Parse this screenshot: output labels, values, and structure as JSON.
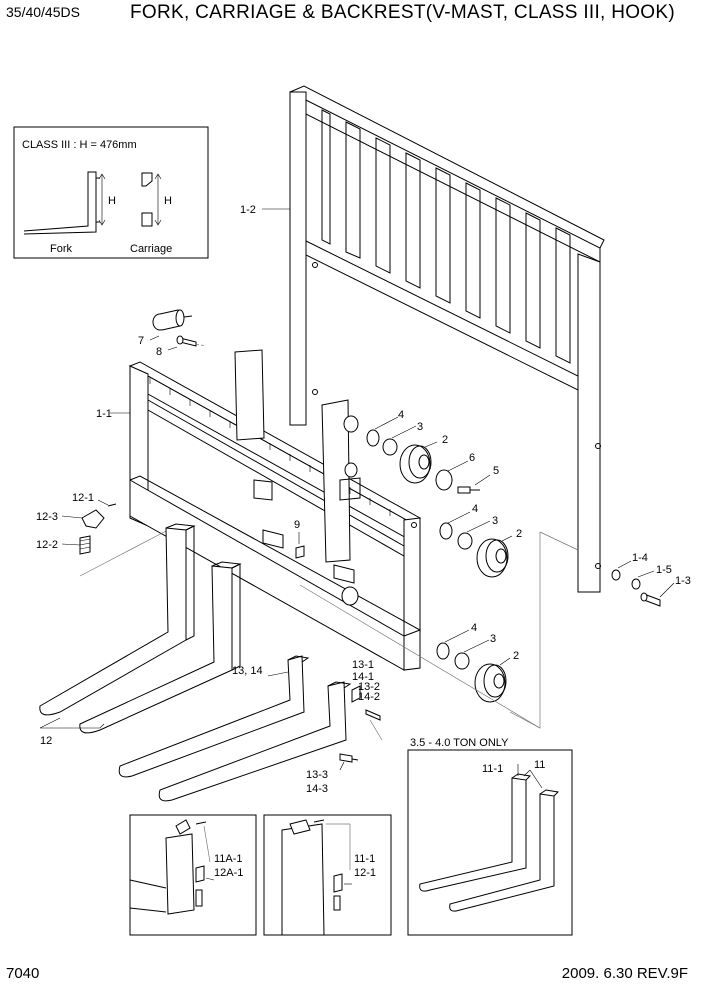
{
  "header": {
    "model": "35/40/45DS",
    "title": "FORK, CARRIAGE & BACKREST(V-MAST, CLASS III, HOOK)"
  },
  "inset": {
    "spec": "CLASS III : H = 476mm",
    "fork_label": "Fork",
    "carriage_label": "Carriage",
    "h_label": "H"
  },
  "callouts": {
    "c1_2": "1-2",
    "c1_1": "1-1",
    "c7": "7",
    "c8": "8",
    "c4a": "4",
    "c3a": "3",
    "c2a": "2",
    "c6": "6",
    "c5": "5",
    "c4b": "4",
    "c3b": "3",
    "c2b": "2",
    "c4c": "4",
    "c3c": "3",
    "c2c": "2",
    "c1_4": "1-4",
    "c1_5": "1-5",
    "c1_3": "1-3",
    "c9": "9",
    "c12_1": "12-1",
    "c12_3": "12-3",
    "c12_2": "12-2",
    "c12": "12",
    "c13_14": "13, 14",
    "c13_1": "13-1",
    "c14_1": "14-1",
    "c13_2": "13-2",
    "c14_2": "14-2",
    "c13_3": "13-3",
    "c14_3": "14-3",
    "c11a_1": "11A-1",
    "c12a_1": "12A-1",
    "c11_1b": "11-1",
    "c12_1b": "12-1",
    "c11_1": "11-1",
    "c11": "11"
  },
  "note": {
    "ton_only": "3.5 - 4.0 TON ONLY"
  },
  "footer": {
    "page_code": "7040",
    "revision": "2009. 6.30 REV.9F"
  }
}
